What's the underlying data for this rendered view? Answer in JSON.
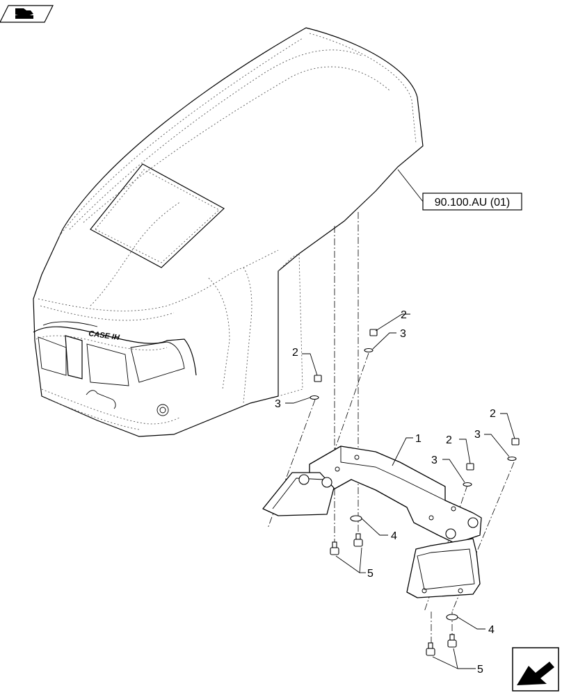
{
  "nav_icons": {
    "top_left": "book-hand-icon",
    "bottom_right": "return-arrow-icon"
  },
  "reference": {
    "label": "90.100.AU (01)"
  },
  "brand_mark": {
    "text": "CASE IH"
  },
  "callouts": [
    {
      "id": "callout-2-a",
      "label": "2"
    },
    {
      "id": "callout-3-a",
      "label": "3"
    },
    {
      "id": "callout-2-b",
      "label": "2"
    },
    {
      "id": "callout-3-b",
      "label": "3"
    },
    {
      "id": "callout-1",
      "label": "1"
    },
    {
      "id": "callout-2-c",
      "label": "2"
    },
    {
      "id": "callout-3-c",
      "label": "3"
    },
    {
      "id": "callout-2-d",
      "label": "2"
    },
    {
      "id": "callout-3-d",
      "label": "3"
    },
    {
      "id": "callout-4-a",
      "label": "4"
    },
    {
      "id": "callout-5-a",
      "label": "5"
    },
    {
      "id": "callout-4-b",
      "label": "4"
    },
    {
      "id": "callout-5-b",
      "label": "5"
    }
  ]
}
